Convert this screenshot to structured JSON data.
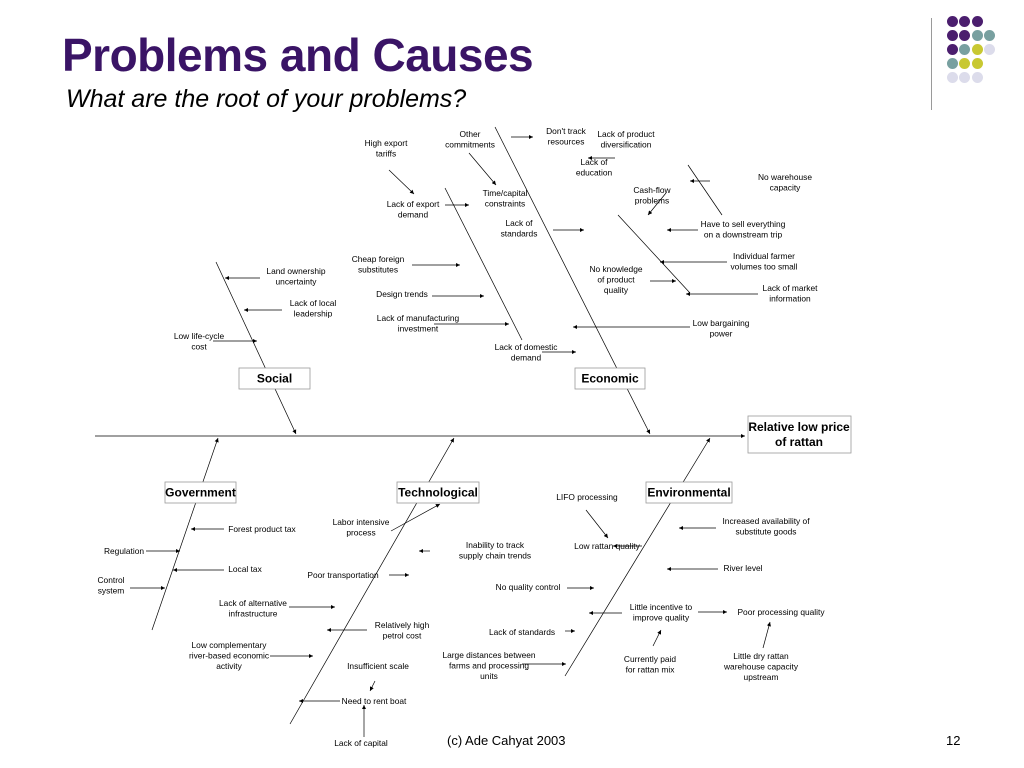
{
  "slide": {
    "title": "Problems and Causes",
    "subtitle": "What are the root of your problems?",
    "footer": "(c) Ade Cahyat 2003",
    "page_number": "12"
  },
  "theme": {
    "title_color": "#3a1466",
    "dot_colors": {
      "purple": "#4b1e6e",
      "teal": "#78a0a0",
      "olive": "#c8c832",
      "lavender": "#dcdceb"
    },
    "dot_pattern": [
      [
        "",
        "purple",
        "purple",
        "purple",
        ""
      ],
      [
        "",
        "purple",
        "purple",
        "teal",
        "teal"
      ],
      [
        "",
        "purple",
        "teal",
        "olive",
        "lavender"
      ],
      [
        "",
        "teal",
        "olive",
        "olive",
        ""
      ],
      [
        "",
        "lavender",
        "lavender",
        "lavender",
        ""
      ]
    ]
  },
  "diagram": {
    "effect": [
      "Relative low price",
      "of rattan"
    ],
    "categories": {
      "social": "Social",
      "economic": "Economic",
      "government": "Government",
      "technological": "Technological",
      "environmental": "Environmental"
    },
    "causes": {
      "high_export_tariffs": [
        "High export",
        "tariffs"
      ],
      "other_commitments": [
        "Other",
        "commitments"
      ],
      "dont_track_resources": [
        "Don't track",
        "resources"
      ],
      "lack_product_diversification": [
        "Lack of product",
        "diversification"
      ],
      "lack_of_education": [
        "Lack of",
        "education"
      ],
      "no_warehouse_capacity": [
        "No warehouse",
        "capacity"
      ],
      "cash_flow_problems": [
        "Cash-flow",
        "problems"
      ],
      "time_capital_constraints": [
        "Time/capital",
        "constraints"
      ],
      "lack_export_demand": [
        "Lack of export",
        "demand"
      ],
      "lack_of_standards_econ": [
        "Lack of",
        "standards"
      ],
      "have_to_sell_everything": [
        "Have to sell everything",
        "on a downstream trip"
      ],
      "cheap_foreign_substitutes": [
        "Cheap foreign",
        "substitutes"
      ],
      "individual_farmer_volumes": [
        "Individual farmer",
        "volumes too small"
      ],
      "land_ownership": [
        "Land ownership",
        "uncertainty"
      ],
      "no_knowledge_product_quality": [
        "No knowledge",
        "of product",
        "quality"
      ],
      "design_trends": [
        "Design trends"
      ],
      "lack_market_information": [
        "Lack of market",
        "information"
      ],
      "lack_local_leadership": [
        "Lack of local",
        "leadership"
      ],
      "lack_manufacturing_investment": [
        "Lack of manufacturing",
        "investment"
      ],
      "low_bargaining_power": [
        "Low bargaining",
        "power"
      ],
      "low_life_cycle_cost": [
        "Low life-cycle",
        "cost"
      ],
      "lack_domestic_demand": [
        "Lack of domestic",
        "demand"
      ],
      "lifo_processing": [
        "LIFO processing"
      ],
      "labor_intensive_process": [
        "Labor intensive",
        "process"
      ],
      "increased_availability_substitute": [
        "Increased availability of",
        "substitute goods"
      ],
      "forest_product_tax": [
        "Forest product tax"
      ],
      "inability_track_supply_chain": [
        "Inability to track",
        "supply chain trends"
      ],
      "low_rattan_quality": [
        "Low rattan quality"
      ],
      "regulation": [
        "Regulation"
      ],
      "local_tax": [
        "Local tax"
      ],
      "river_level": [
        "River level"
      ],
      "control_system": [
        "Control",
        "system"
      ],
      "poor_transportation": [
        "Poor transportation"
      ],
      "no_quality_control": [
        "No quality control"
      ],
      "lack_alternative_infrastructure": [
        "Lack of alternative",
        "infrastructure"
      ],
      "little_incentive_improve_quality": [
        "Little incentive to",
        "improve quality"
      ],
      "poor_processing_quality": [
        "Poor processing quality"
      ],
      "relatively_high_petrol_cost": [
        "Relatively high",
        "petrol cost"
      ],
      "lack_of_standards_tech": [
        "Lack of standards"
      ],
      "low_complementary_activity": [
        "Low complementary",
        "river-based economic",
        "activity"
      ],
      "large_distances": [
        "Large distances between",
        "farms and processing",
        "units"
      ],
      "currently_paid_rattan_mix": [
        "Currently paid",
        "for rattan mix"
      ],
      "little_dry_rattan_warehouse": [
        "Little dry rattan",
        "warehouse capacity",
        "upstream"
      ],
      "insufficient_scale": [
        "Insufficient scale"
      ],
      "need_to_rent_boat": [
        "Need to rent boat"
      ],
      "lack_of_capital": [
        "Lack of capital"
      ]
    }
  }
}
